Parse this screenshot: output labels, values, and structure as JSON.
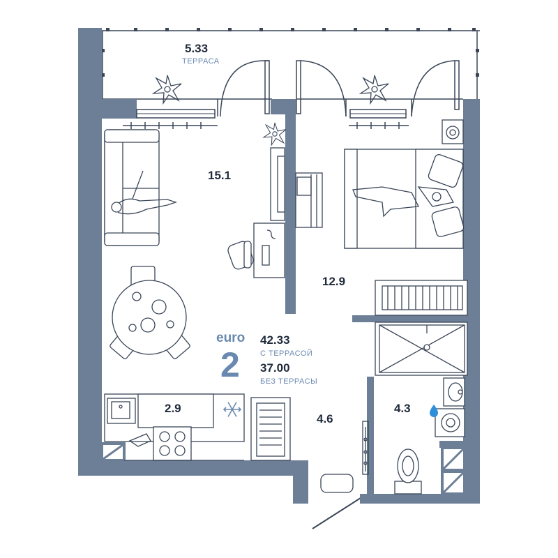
{
  "colors": {
    "wall": "#6d7e97",
    "wall_dark": "#5c6e88",
    "line": "#3a4658",
    "accent": "#6a89b0",
    "water": "#2f8fd8"
  },
  "rooms": {
    "terrace": {
      "area": "5.33",
      "label": "ТЕРРАСА"
    },
    "living": {
      "area": "15.1"
    },
    "bedroom": {
      "area": "12.9"
    },
    "kitchen": {
      "area": "2.9"
    },
    "hall": {
      "area": "4.6"
    },
    "bathroom": {
      "area": "4.3"
    }
  },
  "summary": {
    "type_word": "euro",
    "type_number": "2",
    "area_with_terrace": "42.33",
    "with_terrace_label": "С ТЕРРАСОЙ",
    "area_without_terrace": "37.00",
    "without_terrace_label": "БЕЗ ТЕРРАСЫ"
  },
  "icons": [
    "plant-icon",
    "snowflake-icon",
    "water-drop-icon",
    "sofa-icon",
    "bed-icon",
    "tv-icon",
    "desk-icon",
    "chair-icon",
    "dining-table-icon",
    "stove-icon",
    "sink-icon",
    "washing-machine-icon",
    "toilet-icon",
    "shower-icon",
    "radiator-icon",
    "door-icon"
  ]
}
